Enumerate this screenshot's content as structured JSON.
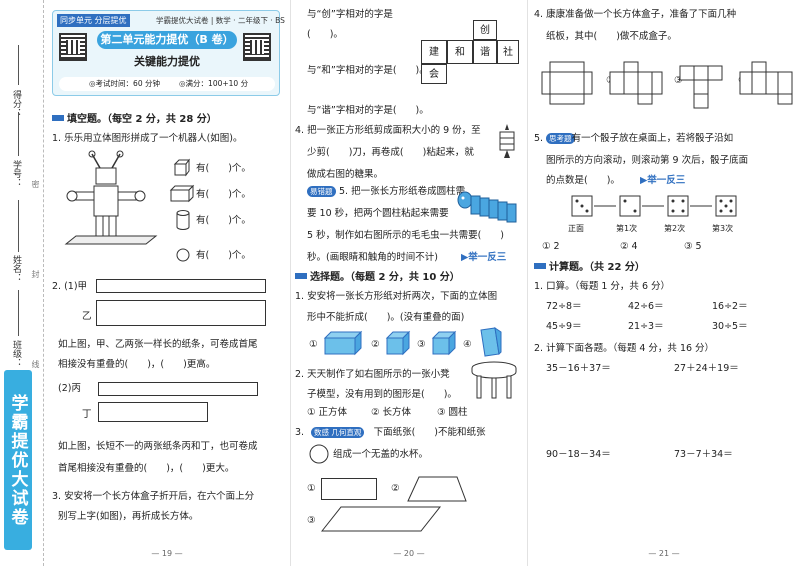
{
  "binding": {
    "score_label": "得分：",
    "id_label": "学号：",
    "name_label": "姓名：",
    "class_label": "班级：",
    "cut1": "密",
    "cut2": "封",
    "cut3": "线",
    "brand": "学霸提优大试卷"
  },
  "header": {
    "tag_left": "同步单元 分层提优",
    "tag_right": "学霸提优大试卷 | 数学 · 二年级下 · BS",
    "title": "第二单元能力提优（B 卷）",
    "subtitle": "关键能力提优",
    "time": "◎考试时间：60 分钟",
    "score": "◎满分：100+10 分"
  },
  "sec1": {
    "title": "填空题。（每空 2 分，共 28 分）"
  },
  "q1": {
    "text": "1. 乐乐用立体图形拼成了一个机器人(如图)。",
    "rows": [
      "有(　　)个。",
      "有(　　)个。",
      "有(　　)个。",
      "有(　　)个。"
    ]
  },
  "q2": {
    "label1": "2. (1)甲",
    "label_yi": "乙",
    "text1a": "如上图，甲、乙两张一样长的纸条，可卷成首尾",
    "text1b": "相接没有重叠的(　　)，(　　)更高。",
    "label2": "(2)丙",
    "label_ding": "丁",
    "text2a": "如上图，长短不一的两张纸条丙和丁，也可卷成",
    "text2b": "首尾相接没有重叠的(　　)，(　　)更大。"
  },
  "q3": {
    "text_a": "3. 安安将一个长方体盒子折开后，在六个面上分",
    "text_b": "别写上字(如图)，再折成长方体。"
  },
  "net": {
    "c1": "创",
    "c2": "建",
    "c3": "和",
    "c4": "谐",
    "c5": "社",
    "c6": "会"
  },
  "q3b": {
    "l1": "与“创”字相对的字是",
    "l2": "(　　)。",
    "l3": "与“和”字相对的字是(　　)。",
    "l4": "与“谐”字相对的字是(　　)。"
  },
  "q4": {
    "l1": "4. 把一张正方形纸剪成面积大小的 9 份，至",
    "l2": "少剪(　　)刀，再卷成(　　)粘起来，就",
    "l3": "做成右图的糖果。"
  },
  "q5": {
    "badge": "易错题",
    "l1": "5. 把一张长方形纸卷成圆柱需",
    "l2": "要 10 秒，把两个圆柱粘起来需要",
    "l3": "5 秒，制作如右图所示的毛毛虫一共需要(　　)",
    "l4": "秒。(画眼睛和触角的时间不计)",
    "extra": "▶举一反三"
  },
  "sec2": {
    "title": "选择题。（每题 2 分，共 10 分）"
  },
  "c1q": {
    "l1": "1. 安安将一张长方形纸对折两次，下面的立体图",
    "l2": "形中不能折成(　　)。(没有重叠的面)",
    "opts": [
      "①",
      "②",
      "③",
      "④"
    ]
  },
  "c2q": {
    "l1": "2. 天天制作了如右图所示的一张小凳",
    "l2": "子模型，没有用到的图形是(　　)。",
    "o1": "① 正方体",
    "o2": "② 长方体",
    "o3": "③ 圆柱"
  },
  "c3q": {
    "badge": "数感 几何直观",
    "l1": "3.　　　　　　　 下面纸张(　　)不能和纸张",
    "l2": "组成一个无盖的水杯。",
    "opts": [
      "①",
      "②",
      "③"
    ]
  },
  "c4q": {
    "l1": "4. 康康准备做一个长方体盒子，准备了下面几种",
    "l2": "纸板，其中(　　)做不成盒子。",
    "opts": [
      "①",
      "②",
      "③",
      "④"
    ]
  },
  "c5q": {
    "badge": "思考题",
    "l1": "5.　　　有一个骰子放在桌面上，若将骰子沿如",
    "l2": "图所示的方向滚动，则滚动第 9 次后，骰子底面",
    "l3": "的点数是(　　)。",
    "extra": "▶举一反三",
    "labels": [
      "正面",
      "第1次",
      "第2次",
      "第3次"
    ],
    "o1": "① 2",
    "o2": "② 4",
    "o3": "③ 5"
  },
  "sec3": {
    "title": "计算题。（共 22 分）"
  },
  "calc1": {
    "title": "1. 口算。（每题 1 分，共 6 分）",
    "items": [
      "72÷8＝",
      "42÷6＝",
      "16÷2＝",
      "45÷9＝",
      "21÷3＝",
      "30÷5＝"
    ]
  },
  "calc2": {
    "title": "2. 计算下面各题。（每题 4 分，共 16 分）",
    "items": [
      "35－16＋37＝",
      "27＋24＋19＝",
      "90－18－34＝",
      "73－7＋34＝"
    ]
  },
  "pages": {
    "p1": "— 19 —",
    "p2": "— 20 —",
    "p3": "— 21 —"
  }
}
